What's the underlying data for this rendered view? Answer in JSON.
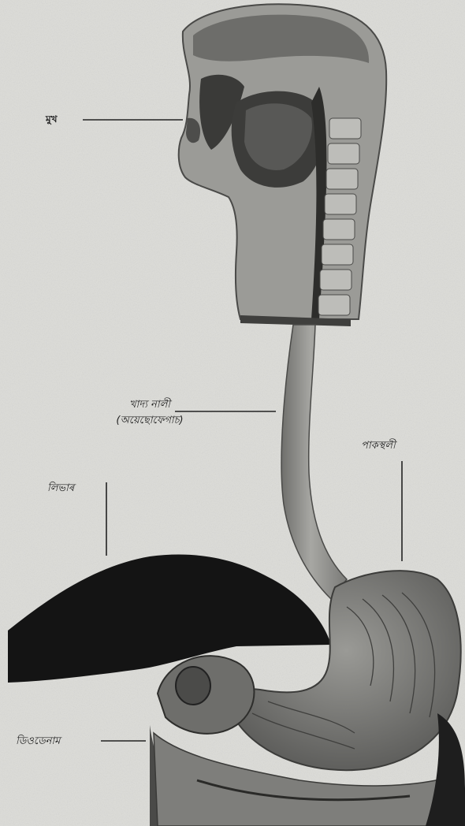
{
  "labels": {
    "mouth": "মুখ",
    "food_pipe": "খাদ্য নালী",
    "oesophagus": "(অয়েছোফেগাচ)",
    "stomach": "পাকস্থলী",
    "liver": "লিভাৰ",
    "duodenum": "ডিওডেনাম"
  },
  "colors": {
    "paper": "#d9d9d5",
    "tissue": "#8f8f8c",
    "dark_tissue": "#2e2e2e",
    "liver": "#151515",
    "line": "#222222"
  }
}
